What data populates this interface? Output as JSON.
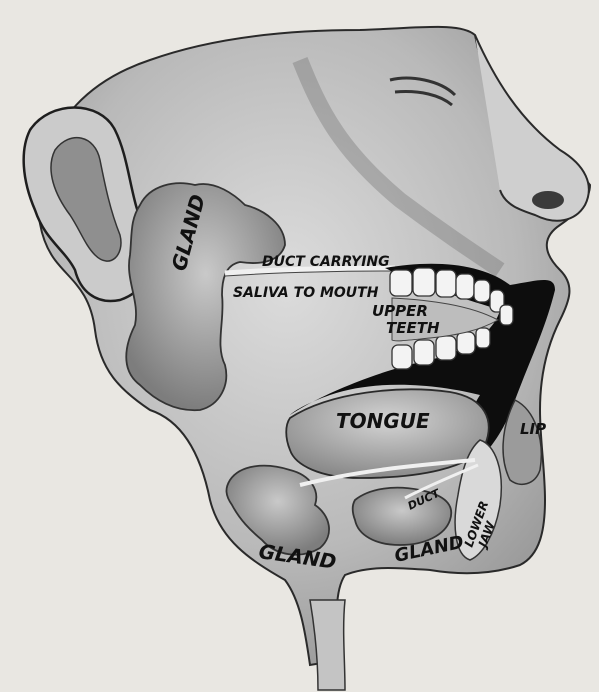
{
  "labels": {
    "parotid_gland": "GLAND",
    "duct_line1": "DUCT CARRYING",
    "duct_line2": "SALIVA TO MOUTH",
    "upper_teeth_1": "UPPER",
    "upper_teeth_2": "TEETH",
    "tongue": "TONGUE",
    "lip": "LIP",
    "submandibular_gland": "GLAND",
    "sublingual_duct": "DUCT",
    "sublingual_gland": "GLAND",
    "lower_jaw_1": "LOWER",
    "lower_jaw_2": "JAW"
  }
}
